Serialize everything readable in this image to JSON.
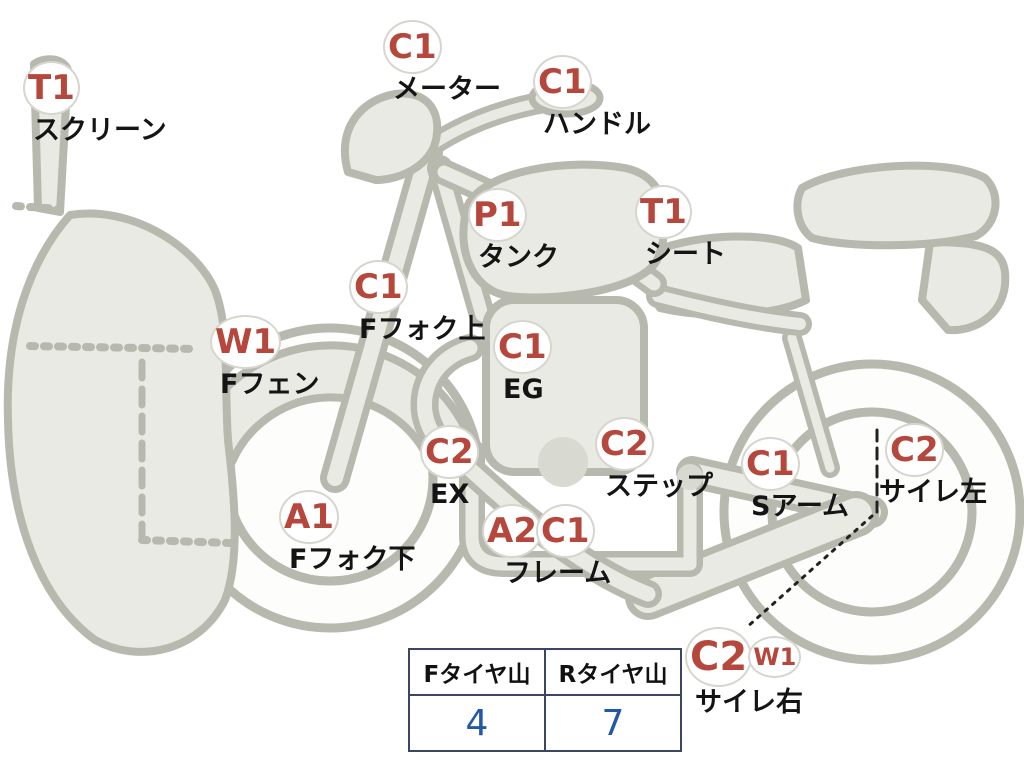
{
  "diagram": {
    "type": "motorcycle-condition-diagram",
    "code_color": "#b5473c",
    "markers": [
      {
        "codes": [
          "T1"
        ],
        "label": "スクリーン",
        "part": "screen"
      },
      {
        "codes": [
          "C1"
        ],
        "label": "メーター",
        "part": "meter"
      },
      {
        "codes": [
          "C1"
        ],
        "label": "ハンドル",
        "part": "handlebar"
      },
      {
        "codes": [
          "P1"
        ],
        "label": "タンク",
        "part": "tank"
      },
      {
        "codes": [
          "T1"
        ],
        "label": "シート",
        "part": "seat"
      },
      {
        "codes": [
          "C1"
        ],
        "label": "Fフォク上",
        "part": "front-fork-upper"
      },
      {
        "codes": [
          "W1"
        ],
        "label": "Fフェン",
        "part": "front-fender"
      },
      {
        "codes": [
          "C1"
        ],
        "label": "EG",
        "part": "engine"
      },
      {
        "codes": [
          "C2"
        ],
        "label": "EX",
        "part": "exhaust"
      },
      {
        "codes": [
          "C2"
        ],
        "label": "ステップ",
        "part": "step"
      },
      {
        "codes": [
          "C1"
        ],
        "label": "Sアーム",
        "part": "swing-arm"
      },
      {
        "codes": [
          "C2"
        ],
        "label": "サイレ左",
        "part": "silencer-left"
      },
      {
        "codes": [
          "A1"
        ],
        "label": "Fフォク下",
        "part": "front-fork-lower"
      },
      {
        "codes": [
          "A2",
          "C1"
        ],
        "label": "フレーム",
        "part": "frame"
      },
      {
        "codes": [
          "C2",
          "W1"
        ],
        "label": "サイレ右",
        "part": "silencer-right"
      }
    ]
  },
  "tire_table": {
    "headers": [
      "Fタイヤ山",
      "Rタイヤ山"
    ],
    "values": [
      "4",
      "7"
    ],
    "value_color": "#2457a8"
  },
  "colors": {
    "body_fill": "#e9eae3",
    "body_outline": "#b7b9af",
    "pointer_line": "#222222"
  }
}
